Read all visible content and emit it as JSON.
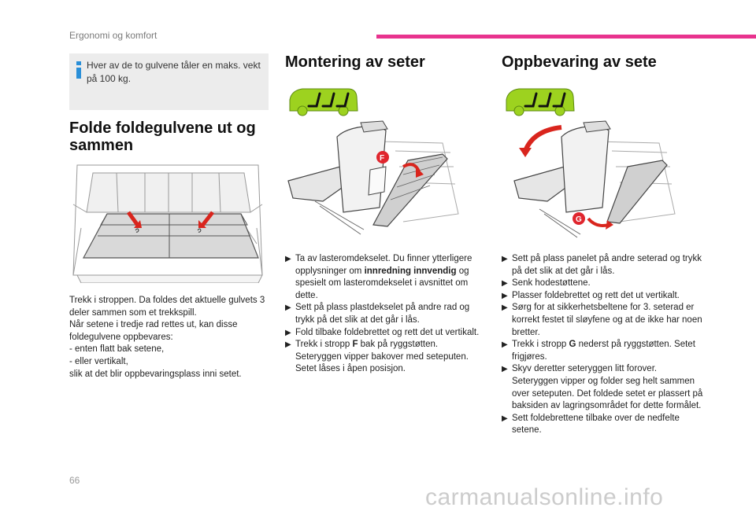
{
  "header": {
    "section": "Ergonomi og komfort",
    "accent_color": "#e8338e"
  },
  "note": {
    "icon": "info-icon",
    "text": "Hver av de to gulvene tåler en maks. vekt på 100 kg."
  },
  "left_col": {
    "title": "Folde foldegulvene ut og sammen",
    "paragraph": [
      "Trekk i stroppen. Da foldes det aktuelle gulvets 3 deler sammen som et trekkspill.",
      "Når setene i tredje rad rettes ut, kan disse foldegulvene oppbevares:",
      "-   enten flatt bak setene,",
      "-   eller vertikalt,",
      "slik at det blir oppbevaringsplass inni setet."
    ]
  },
  "mid_col": {
    "title": "Montering av seter",
    "callout": "F",
    "bullets": [
      {
        "pre": "Ta av lasteromdekselet. Du finner ytterligere opplysninger om ",
        "bold": "innredning innvendig",
        "post": " og spesielt om lasteromdekselet i avsnittet om dette."
      },
      {
        "pre": "Sett på plass plastdekselet på andre rad og trykk på det slik at det går i lås.",
        "bold": "",
        "post": ""
      },
      {
        "pre": "Fold tilbake foldebrettet og rett det ut vertikalt.",
        "bold": "",
        "post": ""
      },
      {
        "pre": "Trekk i stropp ",
        "bold": "F",
        "post": " bak på ryggstøtten. Seteryggen vipper bakover med seteputen. Setet låses i åpen posisjon."
      }
    ]
  },
  "right_col": {
    "title": "Oppbevaring av sete",
    "callout": "G",
    "bullets": [
      {
        "pre": "Sett på plass panelet på andre seterad og trykk på det slik at det går i lås.",
        "bold": "",
        "post": ""
      },
      {
        "pre": "Senk hodestøttene.",
        "bold": "",
        "post": ""
      },
      {
        "pre": "Plasser foldebrettet og rett det ut vertikalt.",
        "bold": "",
        "post": ""
      },
      {
        "pre": "Sørg for at sikkerhetsbeltene for 3. seterad er korrekt festet til sløyfene og at de ikke har noen bretter.",
        "bold": "",
        "post": ""
      },
      {
        "pre": "Trekk i stropp ",
        "bold": "G",
        "post": " nederst på ryggstøtten. Setet frigjøres."
      },
      {
        "pre": "Skyv deretter seteryggen litt forover. Seteryggen vipper og folder seg helt sammen over seteputen. Det foldede setet er plassert på baksiden av lagringsområdet for dette formålet.",
        "bold": "",
        "post": ""
      },
      {
        "pre": "Sett foldebrettene tilbake over de nedfelte setene.",
        "bold": "",
        "post": ""
      }
    ]
  },
  "bullet_mark": "",
  "footer": {
    "page_number": "66",
    "watermark": "carmanualsonline.info"
  },
  "colors": {
    "car_green": "#9dd21f",
    "callout_red": "#e0262e",
    "arrow_red": "#d9251d"
  }
}
